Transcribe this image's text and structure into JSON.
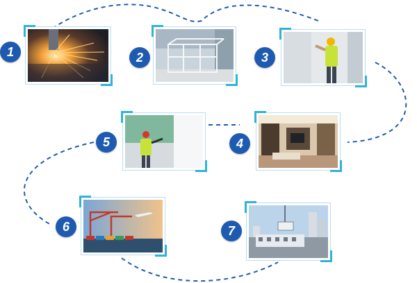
{
  "diagram": {
    "accent_color": "#1e5bb0",
    "frame_color": "#2fb2d8",
    "path_color": "#1e5bb0",
    "steps": [
      {
        "number": "1",
        "image": "laser-cutting-sparks"
      },
      {
        "number": "2",
        "image": "steel-frame-structure"
      },
      {
        "number": "3",
        "image": "worker-installing-wall-panel"
      },
      {
        "number": "4",
        "image": "finished-modular-room-interior"
      },
      {
        "number": "5",
        "image": "worker-inspecting-module"
      },
      {
        "number": "6",
        "image": "port-cranes-shipping"
      },
      {
        "number": "7",
        "image": "crane-lifting-module-on-site"
      }
    ]
  }
}
